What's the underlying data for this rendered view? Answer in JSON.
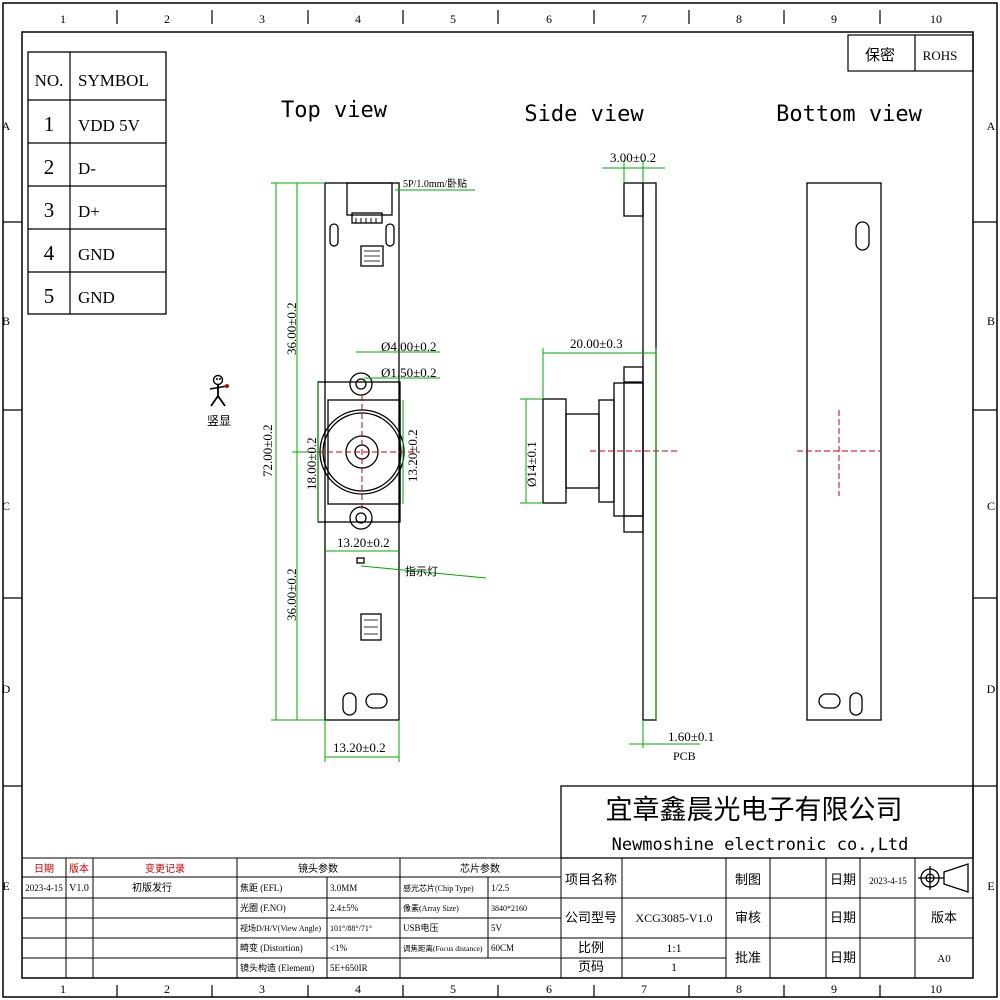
{
  "border": {
    "cols": [
      "1",
      "2",
      "3",
      "4",
      "5",
      "6",
      "7",
      "8",
      "9",
      "10"
    ],
    "rows": [
      "A",
      "B",
      "C",
      "D",
      "E"
    ]
  },
  "security": {
    "label": "保密",
    "rohs": "ROHS"
  },
  "pin_table": {
    "headers": [
      "NO.",
      "SYMBOL"
    ],
    "rows": [
      {
        "no": "1",
        "symbol": "VDD 5V"
      },
      {
        "no": "2",
        "symbol": "D-"
      },
      {
        "no": "3",
        "symbol": "D+"
      },
      {
        "no": "4",
        "symbol": "GND"
      },
      {
        "no": "5",
        "symbol": "GND"
      }
    ]
  },
  "orientation": {
    "label": "竖显"
  },
  "views": {
    "top": "Top view",
    "side": "Side view",
    "bottom": "Bottom view"
  },
  "dims": {
    "connector": "5P/1.0mm/卧贴",
    "hole_outer": "Ø4.00±0.2",
    "hole_inner": "Ø1.50±0.2",
    "half_upper": "36.00±0.2",
    "half_lower": "36.00±0.2",
    "total": "72.00±0.2",
    "lens_block_v": "18.00±0.2",
    "lens_block_v2": "13.20±0.2",
    "lens_block_h": "13.20±0.2",
    "indicator": "指示灯",
    "width": "13.20±0.2",
    "side_top": "3.00±0.2",
    "side_len": "20.00±0.3",
    "side_dia": "Ø14±0.1",
    "pcb_thick": "1.60±0.1",
    "pcb": "PCB"
  },
  "company": {
    "cn": "宜章鑫晨光电子有限公司",
    "en": "Newmoshine  electronic co.,Ltd"
  },
  "rev_table": {
    "headers": [
      "日期",
      "版本",
      "变更记录"
    ],
    "row": [
      "2023-4-15",
      "V1.0",
      "初版发行"
    ]
  },
  "lens": {
    "title": "镜头参数",
    "rows": [
      [
        "焦距 (EFL)",
        "3.0MM"
      ],
      [
        "光圈 (F.NO)",
        "2.4±5%"
      ],
      [
        "视场D/H/V(View Angle)",
        "101°/88°/71°"
      ],
      [
        "畸变 (Distortion)",
        "<1%"
      ],
      [
        "镜头构造 (Element)",
        "5E+650IR"
      ]
    ]
  },
  "chip": {
    "title": "芯片参数",
    "rows": [
      [
        "感光芯片(Chip Type)",
        "1/2.5"
      ],
      [
        "像素(Array Size)",
        "3840*2160"
      ],
      [
        "USB电压",
        "5V"
      ],
      [
        "调焦距离(Focus distance)",
        "60CM"
      ]
    ]
  },
  "title_block": {
    "project_label": "项目名称",
    "model_label": "公司型号",
    "model": "XCG3085-V1.0",
    "scale_label": "比例",
    "scale": "1:1",
    "page_label": "页码",
    "page": "1",
    "draw_label": "制图",
    "check_label": "审核",
    "approve_label": "批准",
    "date_label": "日期",
    "date": "2023-4-15",
    "version_label": "版本",
    "version": "A0"
  }
}
